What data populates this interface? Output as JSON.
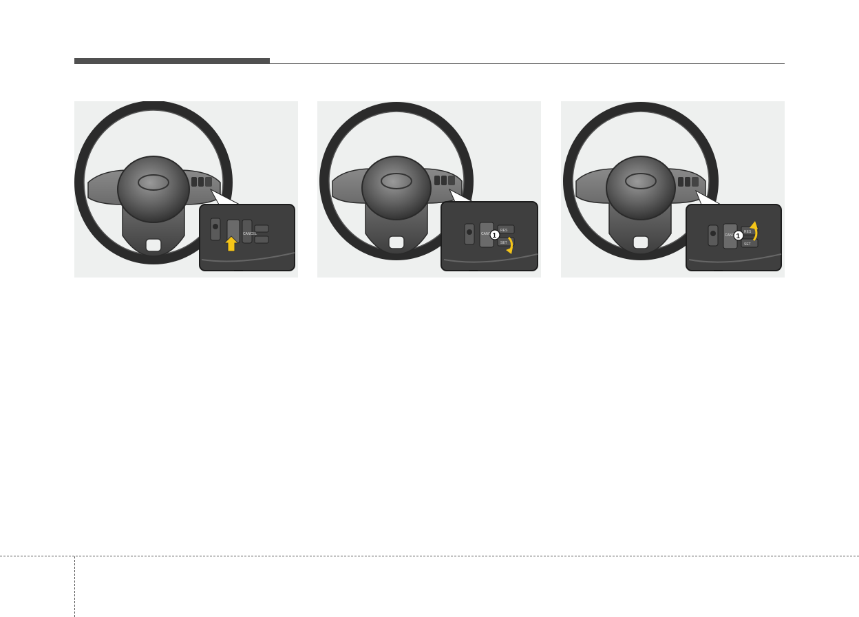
{
  "figures": [
    {
      "id": "fig1",
      "button_labels": [
        "CANCEL"
      ],
      "indicator": "up-arrow"
    },
    {
      "id": "fig2",
      "button_labels": [
        "CANCEL",
        "RES",
        "SET"
      ],
      "callout_number": "1",
      "indicator": "curved-arrow-down"
    },
    {
      "id": "fig3",
      "button_labels": [
        "CANCEL",
        "RES",
        "SET"
      ],
      "callout_number": "1",
      "indicator": "curved-arrow-up"
    }
  ],
  "colors": {
    "panel_background": "#eef0ef",
    "wheel_dark": "#2f2f2f",
    "wheel_mid": "#5a5a5a",
    "highlight_arrow": "#f5c518",
    "header_bar": "#505050"
  }
}
